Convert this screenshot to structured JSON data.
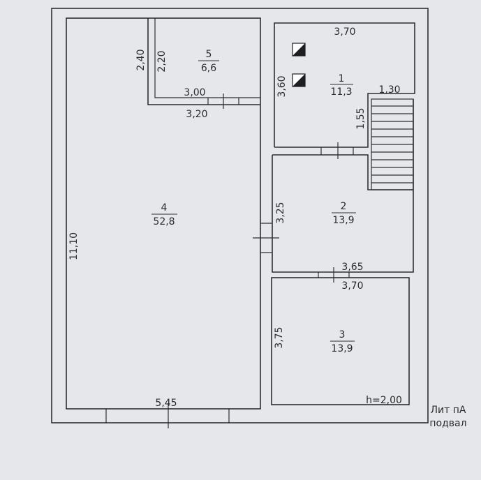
{
  "plan": {
    "rooms": [
      {
        "id": "1",
        "number": "1",
        "area": "11,3"
      },
      {
        "id": "2",
        "number": "2",
        "area": "13,9"
      },
      {
        "id": "3",
        "number": "3",
        "area": "13,9"
      },
      {
        "id": "4",
        "number": "4",
        "area": "52,8"
      },
      {
        "id": "5",
        "number": "5",
        "area": "6,6"
      }
    ],
    "dimensions": {
      "room1_top": "3,70",
      "room1_side": "3,60",
      "stair_width": "1,30",
      "stair_side": "1,55",
      "room5_outer": "2,40",
      "room5_inner": "2,20",
      "room5_width": "3,00",
      "room5_bottom": "3,20",
      "room4_height": "11,10",
      "room4_width": "5,45",
      "room2_side": "3,25",
      "room2_bottom": "3,65",
      "room3_top": "3,70",
      "room3_side": "3,75",
      "height": "h=2,00"
    },
    "caption": {
      "line1": "Лит пА",
      "line2": "подвал"
    }
  }
}
